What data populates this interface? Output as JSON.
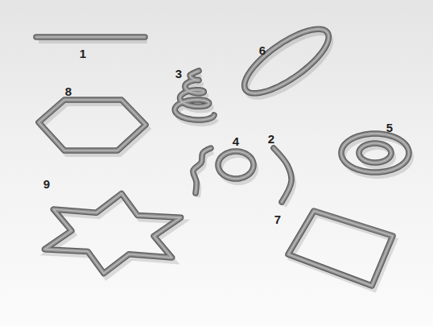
{
  "diagram": {
    "labels": [
      "1",
      "6",
      "3",
      "8",
      "5",
      "2",
      "4",
      "9",
      "7"
    ]
  }
}
